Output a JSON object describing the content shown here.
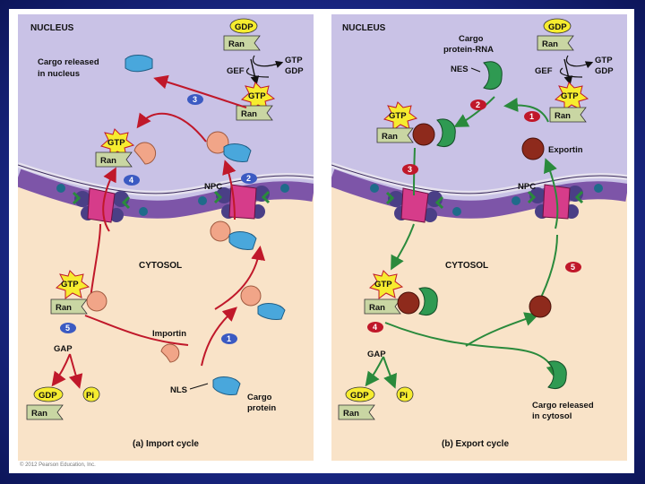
{
  "colors": {
    "nucleus": "#c9c2e6",
    "cytosol": "#f9e3c8",
    "membrane": "#7d55a8",
    "importArrow": "#c0182a",
    "exportArrow": "#2a8a3c",
    "cargo": "#49a7dc",
    "importin": "#f1a588",
    "exportin": "#8e2a1c",
    "npc": "#d63c8a",
    "ranBox": "#c9d6a3",
    "gtpStar": "#f6ec2f",
    "gdpOval": "#f6ec2f",
    "stepBadge": "#3b5ac2",
    "stepBadgeExport": "#c0182a"
  },
  "panelA": {
    "nucleus_label": "NUCLEUS",
    "cytosol_label": "CYTOSOL",
    "npc_label": "NPC",
    "gdp": "GDP",
    "ran": "Ran",
    "gef": "GEF",
    "gtp": "GTP",
    "gdp2": "GDP",
    "gtp_star": "GTP",
    "cargo_released_line1": "Cargo released",
    "cargo_released_line2": "in nucleus",
    "importin": "Importin",
    "nls": "NLS",
    "cargo_line1": "Cargo",
    "cargo_line2": "protein",
    "gap": "GAP",
    "pi": "Pi",
    "caption": "(a) Import cycle",
    "steps": [
      "1",
      "2",
      "3",
      "4",
      "5"
    ]
  },
  "panelB": {
    "nucleus_label": "NUCLEUS",
    "cytosol_label": "CYTOSOL",
    "npc_label": "NPC",
    "gdp": "GDP",
    "ran": "Ran",
    "gef": "GEF",
    "gtp": "GTP",
    "gdp2": "GDP",
    "gtp_star": "GTP",
    "cargo_rna_line1": "Cargo",
    "cargo_rna_line2": "protein-RNA",
    "nes": "NES",
    "exportin": "Exportin",
    "gap": "GAP",
    "pi": "Pi",
    "cargo_released_line1": "Cargo released",
    "cargo_released_line2": "in cytosol",
    "caption": "(b) Export cycle",
    "steps": [
      "1",
      "2",
      "3",
      "4",
      "5"
    ]
  },
  "copyright": "© 2012 Pearson Education, Inc."
}
